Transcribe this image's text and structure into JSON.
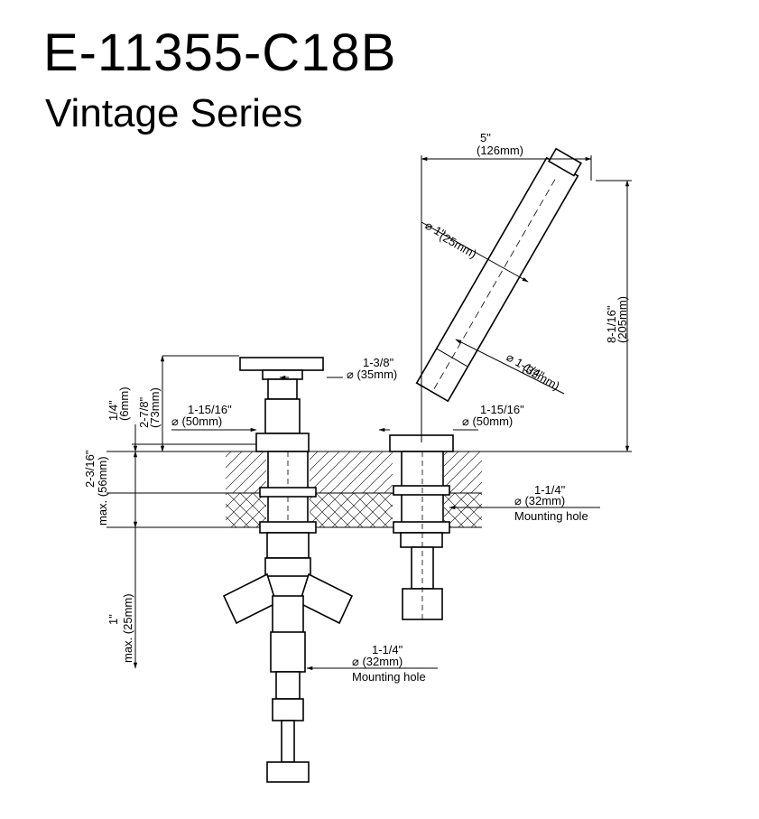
{
  "title": "E-11355-C18B",
  "subtitle": "Vintage Series",
  "dims": {
    "spout_width_in": "5\"",
    "spout_width_mm": "(126mm)",
    "spout_height_in": "8-1/16\"",
    "spout_height_mm": "(205mm)",
    "hs_head_dia_in": "1\"",
    "hs_head_dia_mm": "(25mm)",
    "hs_body_dia_in": "1-1/4\"",
    "hs_body_dia_mm": "(32mm)",
    "handle_dia_in": "1-3/8\"",
    "handle_dia_mm": "(35mm)",
    "valve_base_in": "1-15/16\"",
    "valve_base_mm": "(50mm)",
    "hs_base_in": "1-15/16\"",
    "hs_base_mm": "(50mm)",
    "valve_gap_in": "1/4\"",
    "valve_gap_mm": "(6mm)",
    "valve_height_in": "2-7/8\"",
    "valve_height_mm": "(73mm)",
    "deck_thick_in": "2-3/16\"",
    "deck_thick_mm": "max. (56mm)",
    "hs_mount_in": "1-1/4\"",
    "hs_mount_mm": "(32mm)",
    "hs_mount_label": "Mounting hole",
    "valve_mount_in": "1-1/4\"",
    "valve_mount_mm": "(32mm)",
    "valve_mount_label": "Mounting hole",
    "below_in": "1\"",
    "below_mm": "max. (25mm)"
  }
}
